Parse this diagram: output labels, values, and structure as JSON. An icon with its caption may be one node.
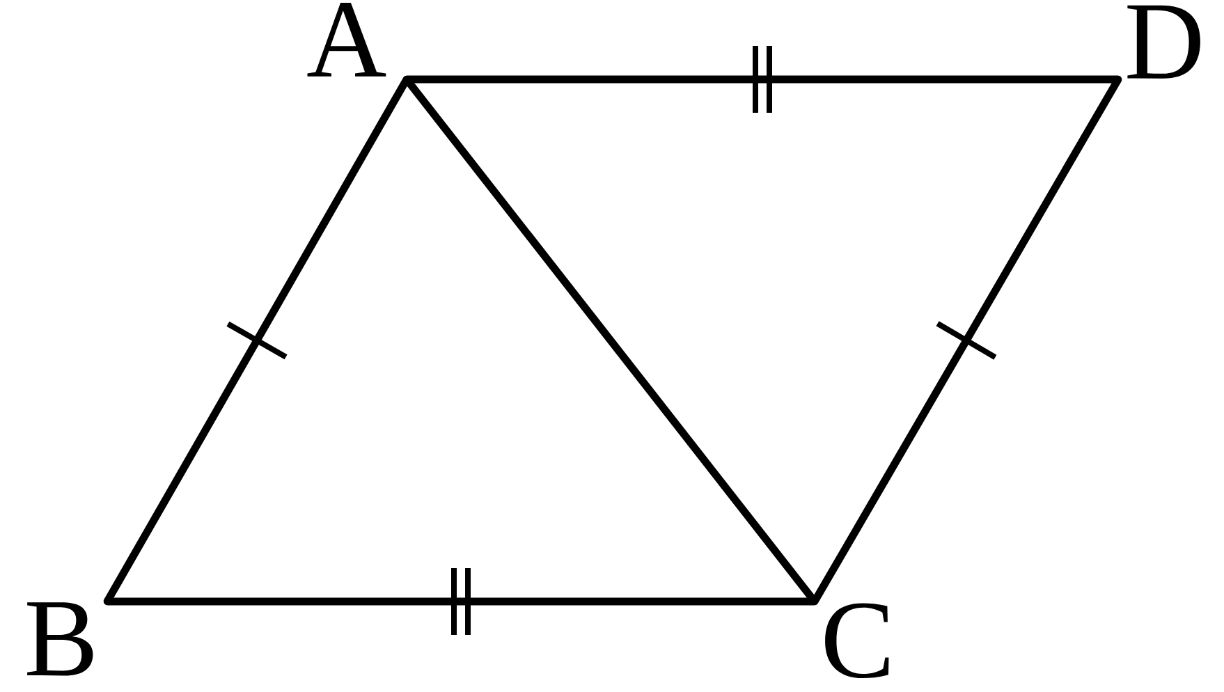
{
  "diagram": {
    "nodes": [
      {
        "text": [
          "A"
        ]
      },
      {
        "text": [
          "D"
        ]
      },
      {
        "text": [
          "B"
        ]
      },
      {
        "text": [
          "C"
        ]
      }
    ],
    "edges": [
      {
        "from": 0,
        "to": 1,
        "arrow": "none"
      },
      {
        "from": 1,
        "to": 3,
        "arrow": "none"
      },
      {
        "from": 2,
        "to": 3,
        "arrow": "none"
      },
      {
        "from": 0,
        "to": 2,
        "arrow": "none"
      },
      {
        "from": 0,
        "to": 3,
        "arrow": "none"
      }
    ]
  }
}
